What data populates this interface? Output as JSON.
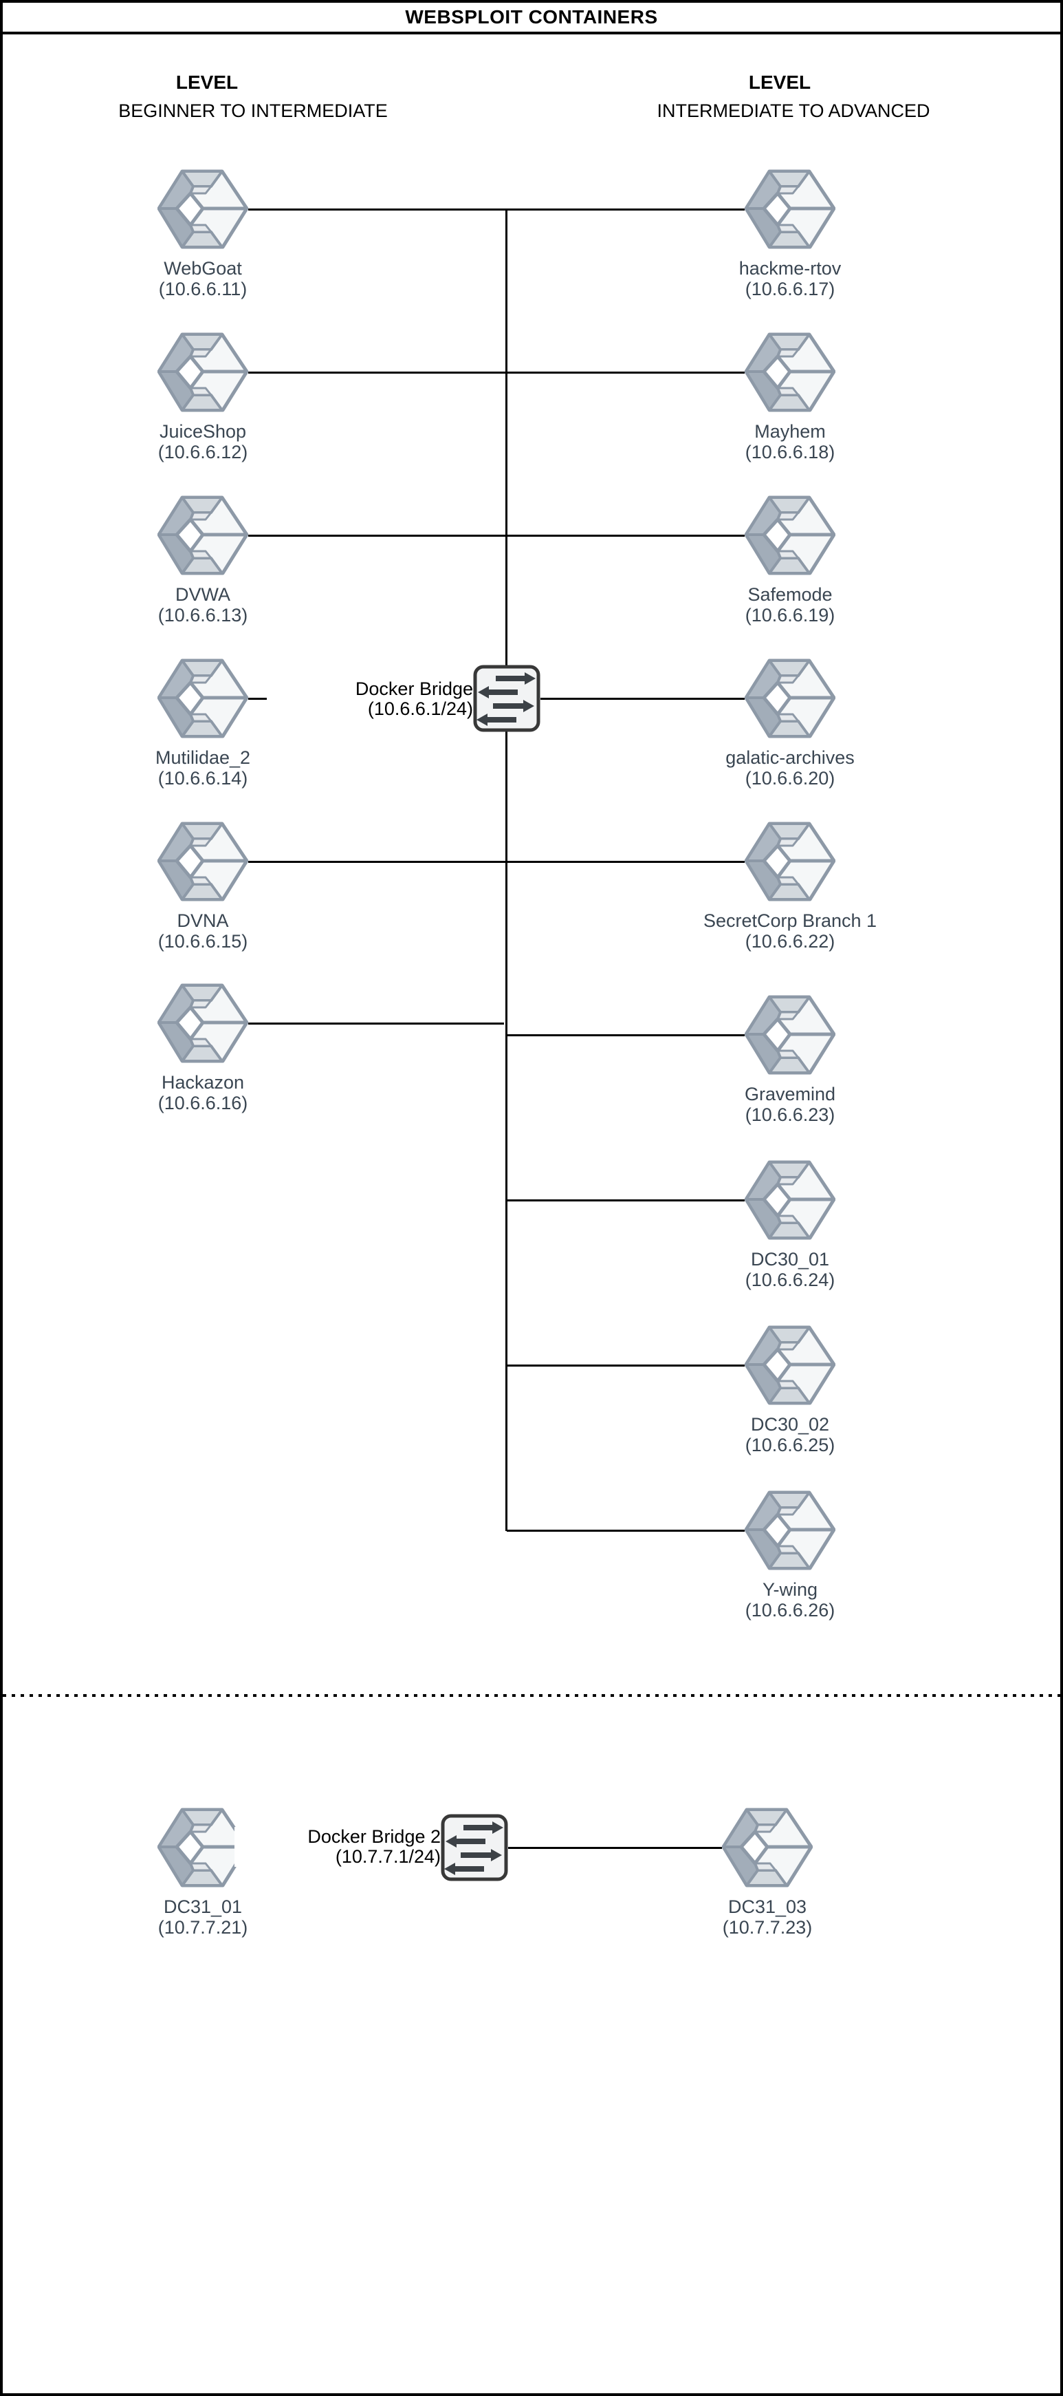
{
  "window": {
    "title": "WEBSPLOIT CONTAINERS"
  },
  "headers": {
    "left": {
      "level": "LEVEL",
      "range": "BEGINNER TO INTERMEDIATE"
    },
    "right": {
      "level": "LEVEL",
      "range": "INTERMEDIATE TO ADVANCED"
    }
  },
  "bridges": [
    {
      "name": "Docker Bridge",
      "subnet": "(10.6.6.1/24)"
    },
    {
      "name": "Docker Bridge 2",
      "subnet": "(10.7.7.1/24)"
    }
  ],
  "containers": {
    "left": [
      {
        "name": "WebGoat",
        "ip": "(10.6.6.11)"
      },
      {
        "name": "JuiceShop",
        "ip": "(10.6.6.12)"
      },
      {
        "name": "DVWA",
        "ip": "(10.6.6.13)"
      },
      {
        "name": "Mutilidae_2",
        "ip": "(10.6.6.14)"
      },
      {
        "name": "DVNA",
        "ip": "(10.6.6.15)"
      },
      {
        "name": "Hackazon",
        "ip": "(10.6.6.16)"
      }
    ],
    "right": [
      {
        "name": "hackme-rtov",
        "ip": "(10.6.6.17)"
      },
      {
        "name": "Mayhem",
        "ip": "(10.6.6.18)"
      },
      {
        "name": "Safemode",
        "ip": "(10.6.6.19)"
      },
      {
        "name": "galatic-archives",
        "ip": "(10.6.6.20)"
      },
      {
        "name": "SecretCorp Branch 1",
        "ip": "(10.6.6.22)"
      },
      {
        "name": "Gravemind",
        "ip": "(10.6.6.23)"
      },
      {
        "name": "DC30_01",
        "ip": "(10.6.6.24)"
      },
      {
        "name": "DC30_02",
        "ip": "(10.6.6.25)"
      },
      {
        "name": "Y-wing",
        "ip": "(10.6.6.26)"
      }
    ],
    "bottom": [
      {
        "name": "DC31_01",
        "ip": "(10.7.7.21)"
      },
      {
        "name": "DC31_03",
        "ip": "(10.7.7.23)"
      }
    ]
  },
  "icons": {
    "container": "container-cube-icon",
    "bridge": "bridge-switch-icon"
  },
  "colors": {
    "line": "#000000",
    "icon_stroke": "#8d99a7",
    "icon_face_light": "#f5f7f8",
    "icon_face_mid": "#d3d9de",
    "icon_face_dark": "#aeb8c3",
    "switch_fill": "#f2f3f4",
    "switch_stroke": "#383838",
    "switch_arrow": "#3c4146",
    "label_text": "#3a4652"
  }
}
